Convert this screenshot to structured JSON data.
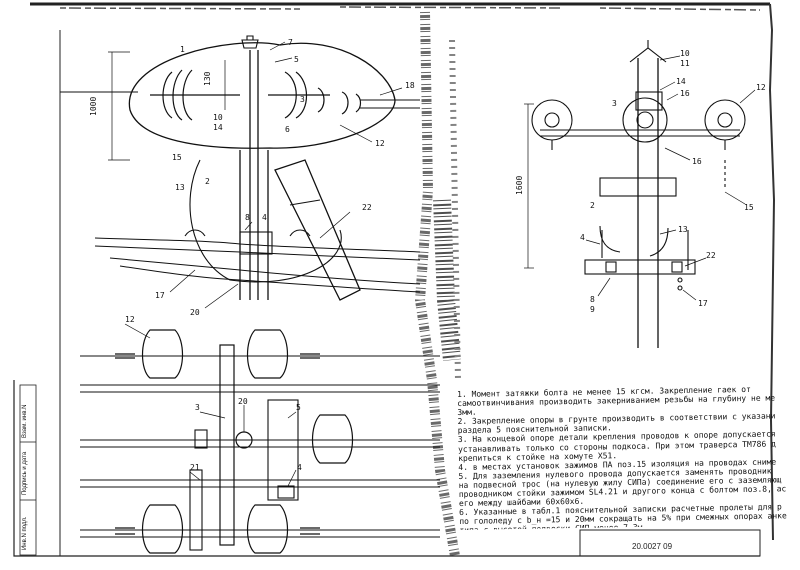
{
  "drawing": {
    "callouts_left": [
      "1",
      "130",
      "1000",
      "7",
      "5",
      "3",
      "10",
      "14",
      "6",
      "18",
      "12",
      "15",
      "2",
      "13",
      "8",
      "4",
      "22",
      "17",
      "20"
    ],
    "callouts_plan": [
      "12",
      "3",
      "20",
      "5",
      "21",
      "4"
    ],
    "callouts_right": [
      "10",
      "11",
      "14",
      "16",
      "12",
      "3",
      "16",
      "15",
      "1600",
      "2",
      "13",
      "4",
      "22",
      "8",
      "9",
      "17"
    ]
  },
  "notes": [
    "1. Момент затяжки болта не менее 15 кгсм. Закрепление гаек от",
    "самоотвинчивания производить закерниванием резьбы на глубину не ме",
    "3мм.",
    "2. Закрепление опоры в грунте производить в соответствии с указани",
    "раздела 5 пояснительной записки.",
    "3. На концевой опоре детали крепления проводов к опоре допускается",
    "устанавливать только со стороны подкоса. При этом траверса ТМ786 д",
    "крепиться к стойке на хомуте Х51.",
    "4. в местах установок зажимов ПА поз.15 изоляция на проводах сниме",
    "5. Для заземления нулевого провода допускается заменять проводник",
    "на подвесной трос (на нулевую жилу СИПа) соединение его с заземляющ",
    "проводником стойки зажимом SL4.21 и другого конца с болтом поз.8, ас",
    "его между шайбами 60х60х6.",
    "6. Указанные в табл.1 пояснительной записки расчетные пролеты для р",
    "по гололеду с b_н =15 и 20мм сокращать на 5% при смежных опорах анке",
    "типа с высотой подвески СИП менее 7.3м."
  ],
  "stamp_fields": [
    "Инв.N подл.",
    "Подпись и дата",
    "Взам. инв.N"
  ],
  "sheet_code": "20.0027 09"
}
